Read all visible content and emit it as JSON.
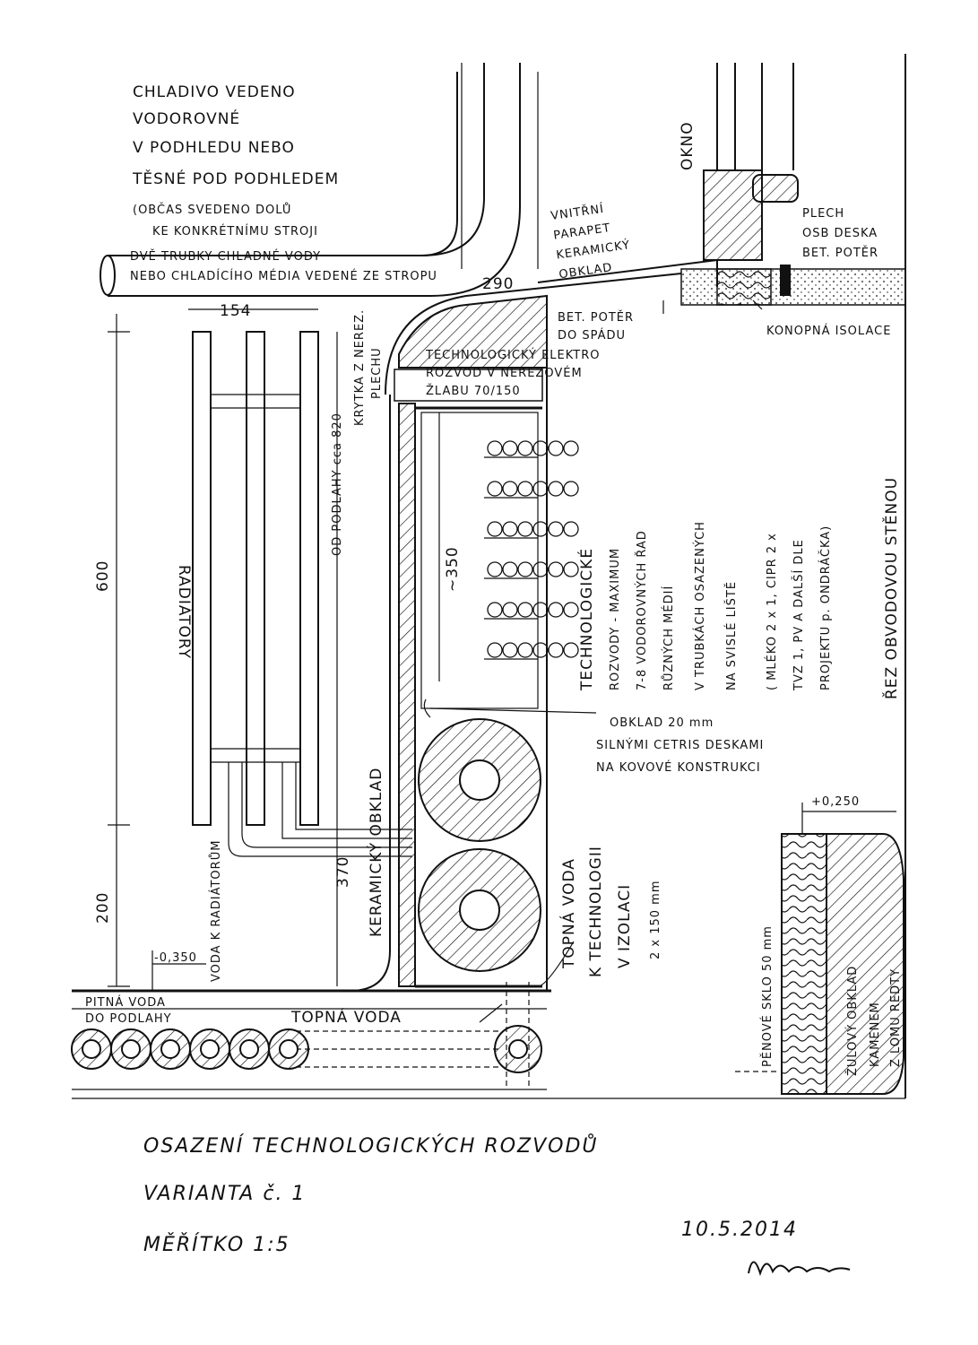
{
  "labels": {
    "cooling_1": "CHLADIVO VEDENO",
    "cooling_2": "VODOROVNÉ",
    "cooling_3": "V PODHLEDU NEBO",
    "cooling_4": "TĚSNÉ POD PODHLEDEM",
    "cooling_5": "(OBČAS SVEDENO DOLŮ",
    "cooling_6": "KE KONKRÉTNÍMU STROJI",
    "pipes_1": "DVĚ TRUBKY CHLADNÉ VODY",
    "pipes_2": "NEBO CHLADÍCÍHO MÉDIA VEDENÉ ZE STROPU",
    "window": "OKNO",
    "sill_1": "VNITŘNÍ",
    "sill_2": "PARAPET",
    "sill_3": "KERAMICKÝ",
    "sill_4": "OBKLAD",
    "layer_sheet": "PLECH",
    "layer_osb": "OSB DESKA",
    "layer_screed": "BET. POTĚR",
    "hemp": "KONOPNÁ ISOLACE",
    "screed_slope_1": "BET. POTĚR",
    "screed_slope_2": "DO SPÁDU",
    "elec_1": "TECHNOLOGICKÝ ELEKTRO",
    "elec_2": "ROZVOD V NEREZOVÉM",
    "elec_3": "ŽLABU 70/150",
    "radiators": "RADIÁTORY",
    "floor_height": "OD PODLAHY cca 820",
    "cover_1": "KRYTKA Z NEREZ.",
    "cover_2": "PLECHU",
    "ceramic": "KERAMICKÝ OBKLAD",
    "tech_1": "TECHNOLOGICKÉ",
    "tech_2": "ROZVODY - MAXIMUM",
    "tech_3": "7-8 VODOROVNÝCH ŘAD",
    "tech_4": "RŮZNÝCH MÉDIÍ",
    "tech_5": "V TRUBKÁCH OSAZENÝCH",
    "tech_6": "NA SVISLÉ LIŠTĚ",
    "tech_7": "( MLÉKO 2 x 1, CIPR 2 x",
    "tech_8": "TVZ 1, PV A DALŠÍ DLE",
    "tech_9": "PROJEKTU p. ONDRÁČKA)",
    "wall_section": "ŘEZ OBVODOVOU STĚNOU",
    "cladding_1": "OBKLAD 20 mm",
    "cladding_2": "SILNÝMI CETRIS DESKAMI",
    "cladding_3": "NA KOVOVÉ KONSTRUKCI",
    "heating_1": "TOPNÁ VODA",
    "heating_2": "K TECHNOLOGII",
    "heating_3": "V IZOLACI",
    "heating_4": "2 x 150 mm",
    "radiator_water": "VODA K RADIÁTORŮM",
    "drinking_1": "PITNÁ VODA",
    "drinking_2": "DO PODLAHY",
    "heating_floor": "TOPNÁ VODA",
    "foam_glass": "PĚNOVÉ SKLO 50 mm",
    "stone_1": "ŽULOVÝ OBKLAD",
    "stone_2": "KAMENEM",
    "stone_3": "Z LOMU REDTY",
    "dim_154": "154",
    "dim_290": "290",
    "dim_600": "600",
    "dim_200": "200",
    "dim_370": "370",
    "dim_350": "~350",
    "level_neg": "-0,350",
    "level_pos": "+0,250"
  },
  "footer": {
    "title": "OSAZENÍ TECHNOLOGICKÝCH ROZVODŮ",
    "variant": "VARIANTA č. 1",
    "scale": "MĚŘÍTKO 1:5",
    "date": "10.5.2014"
  }
}
